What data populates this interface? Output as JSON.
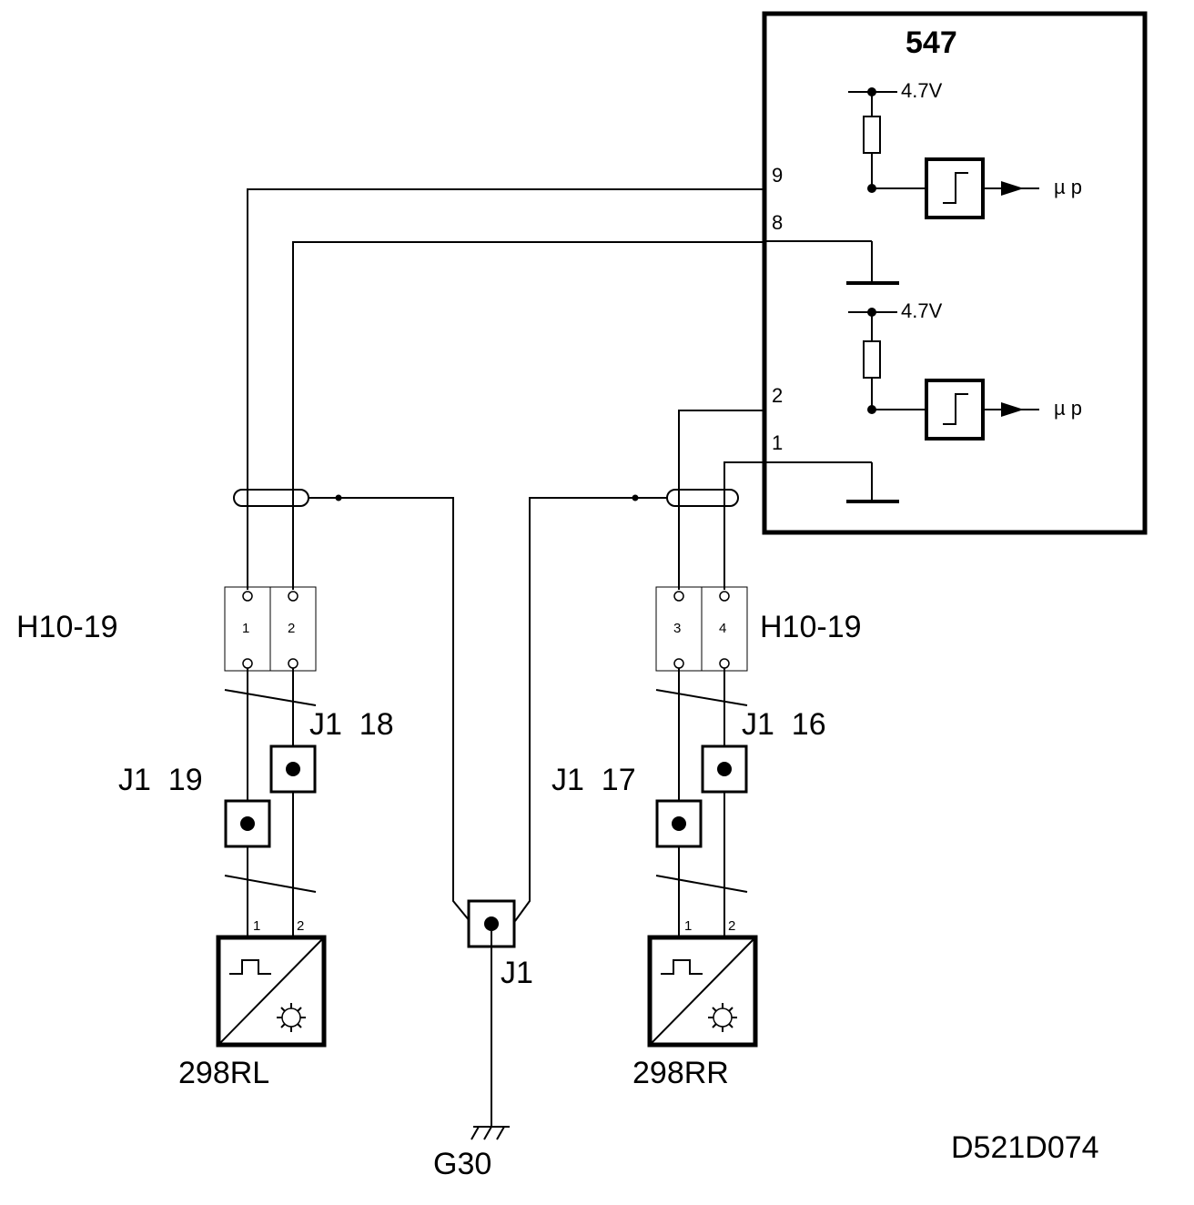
{
  "ecu": {
    "id": "547",
    "voltage_top": "4.7V",
    "voltage_bottom": "4.7V",
    "output_top": "µ p",
    "output_bottom": "µ p",
    "pins": {
      "p9": "9",
      "p8": "8",
      "p2": "2",
      "p1": "1"
    }
  },
  "connectors": {
    "left_name": "H10-19",
    "right_name": "H10-19",
    "left_pins": [
      "1",
      "2"
    ],
    "right_pins": [
      "3",
      "4"
    ]
  },
  "junctions": {
    "j1_18": "J1  18",
    "j1_19": "J1  19",
    "j1_16": "J1  16",
    "j1_17": "J1  17",
    "j1": "J1"
  },
  "sensors": {
    "left": {
      "name": "298RL",
      "pin1": "1",
      "pin2": "2"
    },
    "right": {
      "name": "298RR",
      "pin1": "1",
      "pin2": "2"
    }
  },
  "ground": "G30",
  "doc_id": "D521D074"
}
